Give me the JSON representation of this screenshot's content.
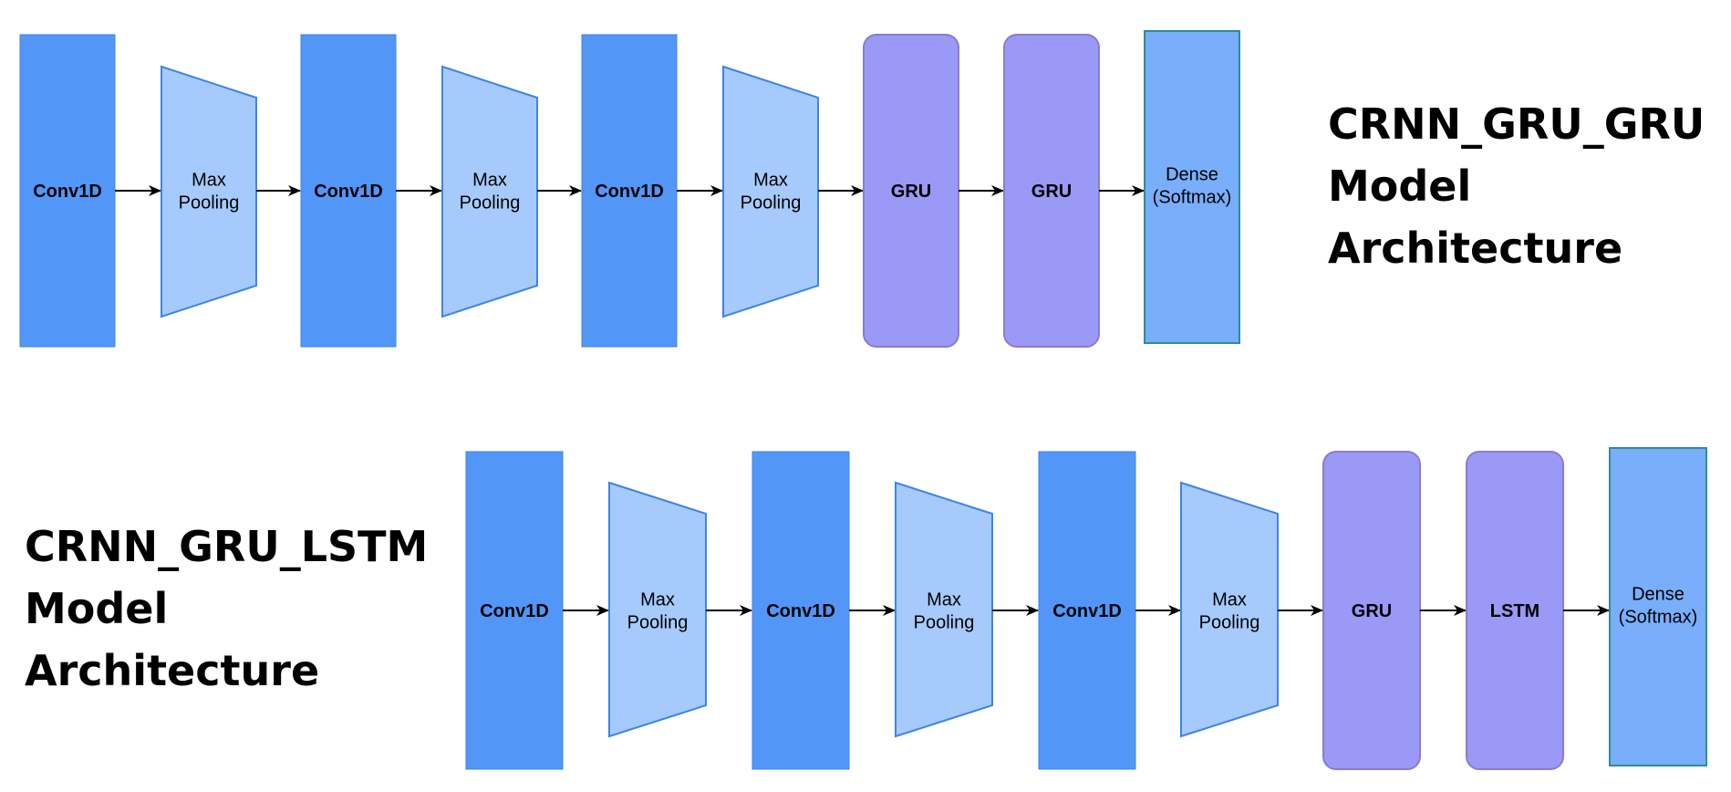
{
  "colors": {
    "conv": "#5296F8",
    "conv_stroke": "#3E84E6",
    "pool": "#A6CAFB",
    "pool_stroke": "#3E84E6",
    "rnn": "#9B99F6",
    "rnn_stroke": "#8A7CCF",
    "dense": "#78AEFA",
    "dense_stroke": "#2E8C9A",
    "arrow": "#000000"
  },
  "diagrams": [
    {
      "title_lines": [
        "CRNN_GRU_GRU",
        "Model",
        "Architecture"
      ],
      "layers": [
        {
          "type": "conv",
          "label_lines": [
            "Conv1D"
          ],
          "icon": "rect-block"
        },
        {
          "type": "pool",
          "label_lines": [
            "Max",
            "Pooling"
          ],
          "icon": "trapezoid-block"
        },
        {
          "type": "conv",
          "label_lines": [
            "Conv1D"
          ],
          "icon": "rect-block"
        },
        {
          "type": "pool",
          "label_lines": [
            "Max",
            "Pooling"
          ],
          "icon": "trapezoid-block"
        },
        {
          "type": "conv",
          "label_lines": [
            "Conv1D"
          ],
          "icon": "rect-block"
        },
        {
          "type": "pool",
          "label_lines": [
            "Max",
            "Pooling"
          ],
          "icon": "trapezoid-block"
        },
        {
          "type": "rnn",
          "label_lines": [
            "GRU"
          ],
          "icon": "rounded-block"
        },
        {
          "type": "rnn",
          "label_lines": [
            "GRU"
          ],
          "icon": "rounded-block"
        },
        {
          "type": "dense",
          "label_lines": [
            "Dense",
            "(Softmax)"
          ],
          "icon": "rect-block"
        }
      ]
    },
    {
      "title_lines": [
        "CRNN_GRU_LSTM",
        "Model",
        "Architecture"
      ],
      "layers": [
        {
          "type": "conv",
          "label_lines": [
            "Conv1D"
          ],
          "icon": "rect-block"
        },
        {
          "type": "pool",
          "label_lines": [
            "Max",
            "Pooling"
          ],
          "icon": "trapezoid-block"
        },
        {
          "type": "conv",
          "label_lines": [
            "Conv1D"
          ],
          "icon": "rect-block"
        },
        {
          "type": "pool",
          "label_lines": [
            "Max",
            "Pooling"
          ],
          "icon": "trapezoid-block"
        },
        {
          "type": "conv",
          "label_lines": [
            "Conv1D"
          ],
          "icon": "rect-block"
        },
        {
          "type": "pool",
          "label_lines": [
            "Max",
            "Pooling"
          ],
          "icon": "trapezoid-block"
        },
        {
          "type": "rnn",
          "label_lines": [
            "GRU"
          ],
          "icon": "rounded-block"
        },
        {
          "type": "rnn",
          "label_lines": [
            "LSTM"
          ],
          "icon": "rounded-block"
        },
        {
          "type": "dense",
          "label_lines": [
            "Dense",
            "(Softmax)"
          ],
          "icon": "rect-block"
        }
      ]
    }
  ]
}
